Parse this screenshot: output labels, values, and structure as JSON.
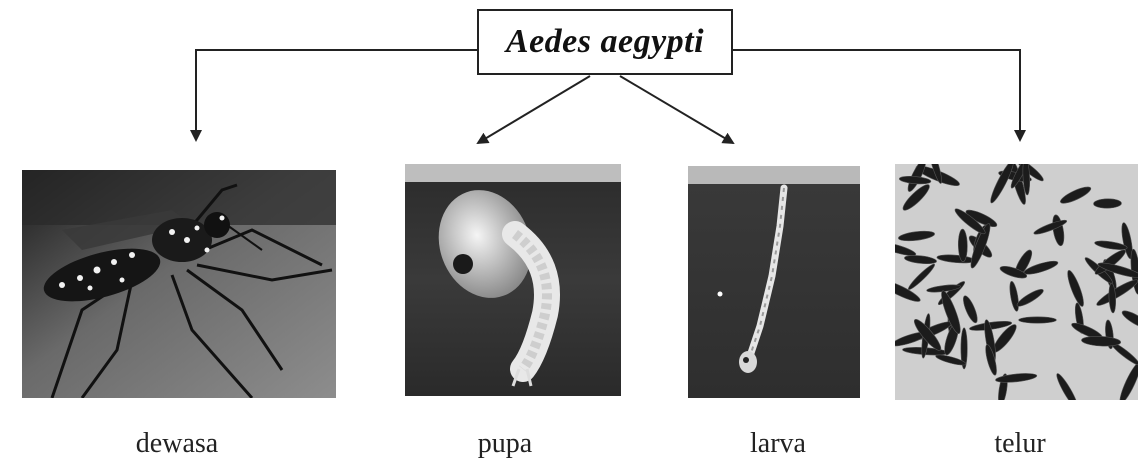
{
  "diagram": {
    "title": "Aedes aegypti",
    "stages": [
      {
        "id": "dewasa",
        "label": "dewasa",
        "image": "adult-mosquito-photo"
      },
      {
        "id": "pupa",
        "label": "pupa",
        "image": "pupa-photo"
      },
      {
        "id": "larva",
        "label": "larva",
        "image": "larva-photo"
      },
      {
        "id": "telur",
        "label": "telur",
        "image": "eggs-photo"
      }
    ]
  },
  "colors": {
    "line": "#222222",
    "text": "#111111"
  }
}
